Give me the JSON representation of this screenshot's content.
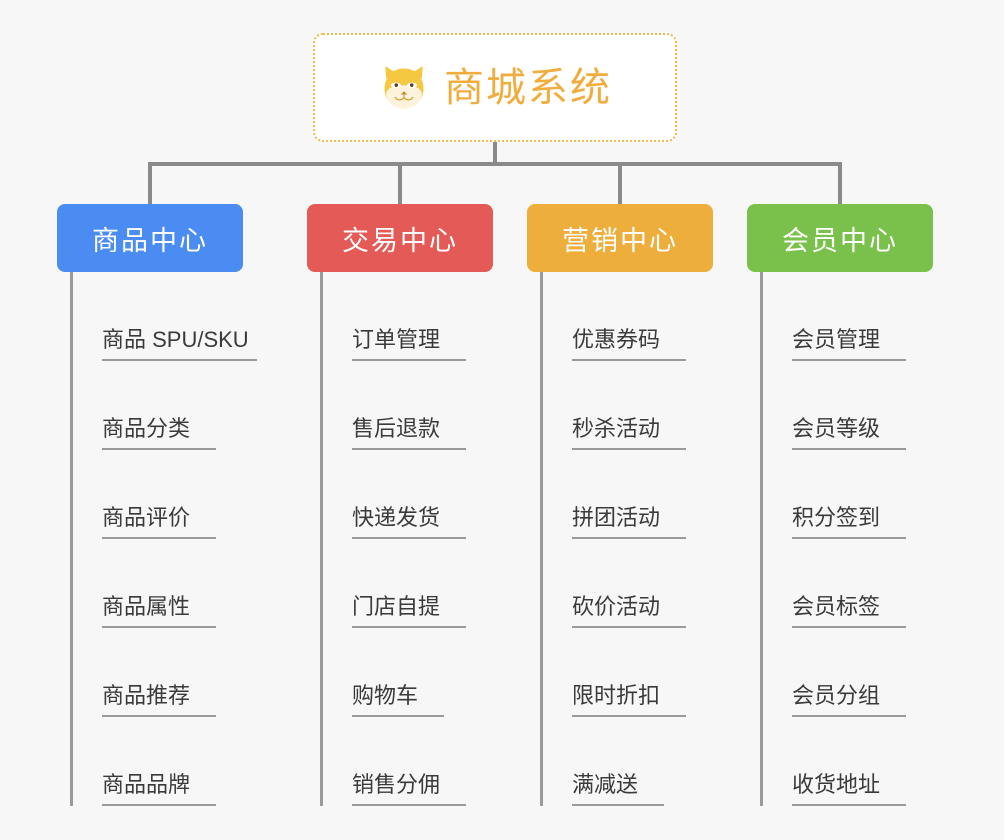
{
  "root": {
    "title": "商城系统",
    "icon": "shiba-dog-icon",
    "border_color": "#f0b94a",
    "text_color": "#f0ad3e"
  },
  "background_color": "#f7f7f7",
  "connector_color": "#8a8a8a",
  "columns": [
    {
      "id": "product-center",
      "label": "商品中心",
      "color": "#4a8cf2",
      "items": [
        "商品 SPU/SKU",
        "商品分类",
        "商品评价",
        "商品属性",
        "商品推荐",
        "商品品牌"
      ]
    },
    {
      "id": "trade-center",
      "label": "交易中心",
      "color": "#e45a56",
      "items": [
        "订单管理",
        "售后退款",
        "快递发货",
        "门店自提",
        "购物车",
        "销售分佣"
      ]
    },
    {
      "id": "marketing-center",
      "label": "营销中心",
      "color": "#edae3c",
      "items": [
        "优惠券码",
        "秒杀活动",
        "拼团活动",
        "砍价活动",
        "限时折扣",
        "满减送"
      ]
    },
    {
      "id": "member-center",
      "label": "会员中心",
      "color": "#79c14a",
      "items": [
        "会员管理",
        "会员等级",
        "积分签到",
        "会员标签",
        "会员分组",
        "收货地址"
      ]
    }
  ]
}
